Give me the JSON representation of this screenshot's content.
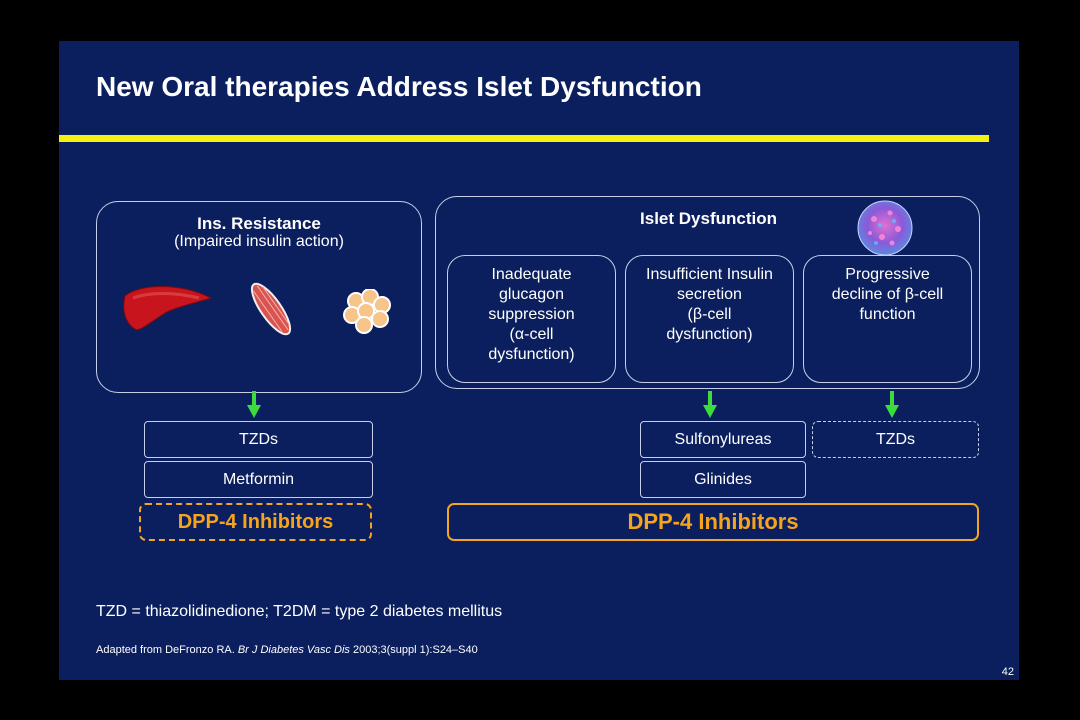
{
  "slide": {
    "title": "New Oral therapies Address Islet Dysfunction",
    "footnote": "TZD = thiazolidinedione; T2DM = type 2 diabetes mellitus",
    "source": {
      "prefix": "Adapted from DeFronzo RA. ",
      "journal": "Br J Diabetes Vasc Dis",
      "suffix": " 2003;3(suppl 1):S24–S40"
    },
    "page_number": "42"
  },
  "left_panel": {
    "title": "Ins. Resistance",
    "subtitle": "(Impaired insulin action)",
    "icons": [
      "liver-icon",
      "muscle-icon",
      "fat-cells-icon"
    ]
  },
  "right_panel": {
    "title": "Islet Dysfunction",
    "icon": "islet-icon",
    "boxes": [
      {
        "lines": [
          "Inadequate",
          "glucagon",
          "suppression",
          "(α-cell",
          "dysfunction)"
        ]
      },
      {
        "lines": [
          "Insufficient Insulin",
          "secretion",
          "(β-cell",
          "dysfunction)"
        ]
      },
      {
        "lines": [
          "Progressive",
          "decline of β-cell",
          "function"
        ]
      }
    ]
  },
  "therapies": {
    "left": [
      "TZDs",
      "Metformin"
    ],
    "middle": [
      "Sulfonylureas",
      "Glinides"
    ],
    "right": "TZDs",
    "dpp_left": "DPP-4 Inhibitors",
    "dpp_right": "DPP-4 Inhibitors"
  },
  "colors": {
    "background": "#0b1f5e",
    "accent_rule": "#f4f014",
    "arrow": "#3bdc3b",
    "dpp": "#f6a41c"
  }
}
